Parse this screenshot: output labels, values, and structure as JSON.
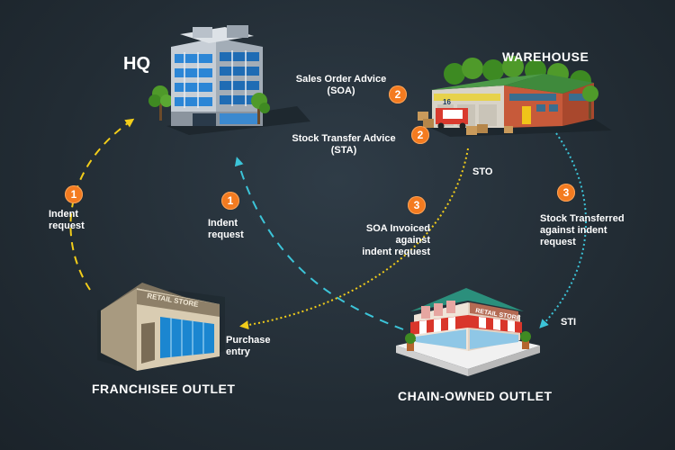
{
  "nodes": {
    "hq": "HQ",
    "warehouse": "WAREHOUSE",
    "franchisee": "FRANCHISEE OUTLET",
    "chain": "CHAIN-OWNED OUTLET"
  },
  "signs": {
    "franchisee_store": "RETAIL STORE",
    "chain_store": "RETAIL STORE",
    "truck_number": "16"
  },
  "labels": {
    "soa_line1": "Sales Order Advice",
    "soa_line2": "(SOA)",
    "sta_line1": "Stock Transfer Advice",
    "sta_line2": "(STA)",
    "sto": "STO",
    "sti": "STI",
    "indent_left_line1": "Indent",
    "indent_left_line2": "request",
    "indent_mid_line1": "Indent",
    "indent_mid_line2": "request",
    "soa_inv_line1": "SOA Invoiced",
    "soa_inv_line2": "against",
    "soa_inv_line3": "indent request",
    "stock_tr_line1": "Stock Transferred",
    "stock_tr_line2": "against indent",
    "stock_tr_line3": "request",
    "purchase_line1": "Purchase",
    "purchase_line2": "entry"
  },
  "badges": {
    "soa": "2",
    "sta": "2",
    "indent_left": "1",
    "indent_mid": "1",
    "soa_invoiced": "3",
    "stock_transferred": "3"
  },
  "colors": {
    "badge": "#f47b20",
    "franchise_flow": "#f2cd1a",
    "chain_flow": "#3cc4d8"
  }
}
